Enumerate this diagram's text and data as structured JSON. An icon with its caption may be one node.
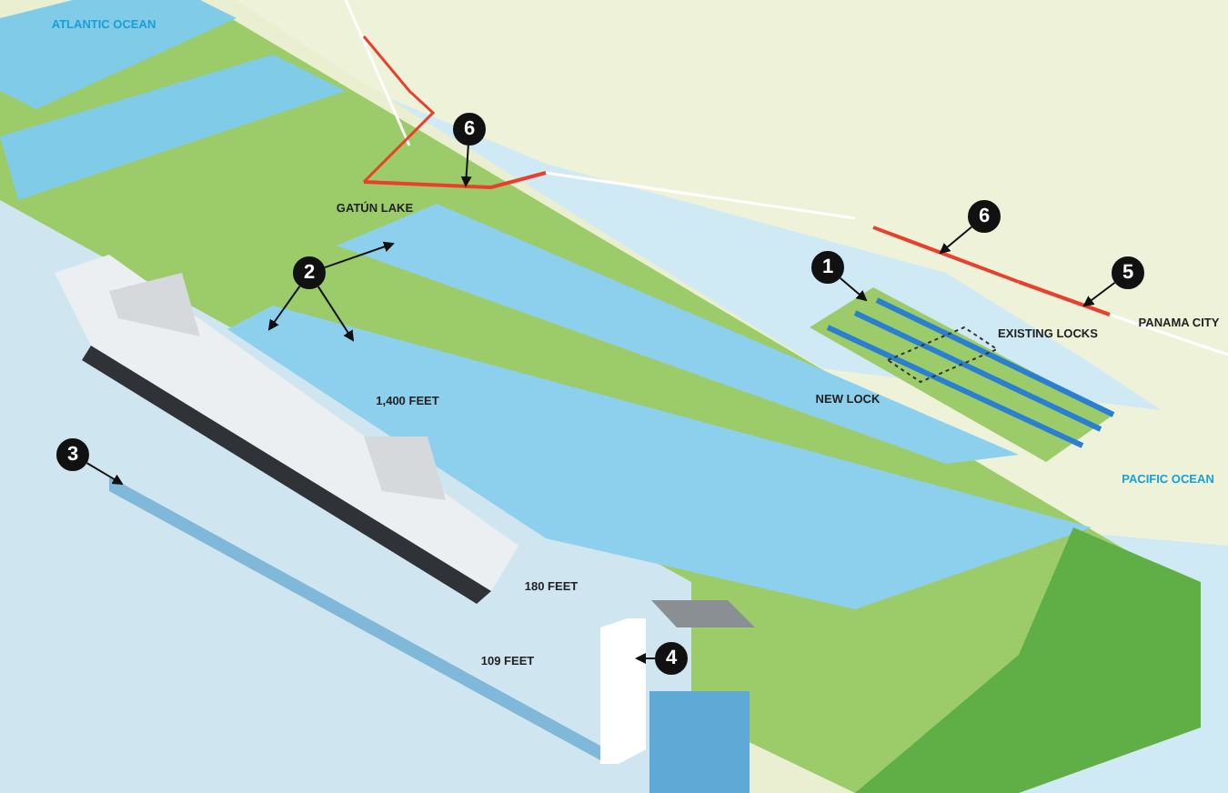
{
  "diagram": {
    "nodes": [
      {
        "text": [
          "6"
        ]
      },
      {
        "text": [
          "2"
        ]
      },
      {
        "text": [
          "6"
        ]
      },
      {
        "text": [
          "1"
        ]
      },
      {
        "text": [
          "5"
        ]
      },
      {
        "text": [
          "3"
        ]
      },
      {
        "text": [
          "4"
        ]
      },
      {
        "text": [],
        "shape": "line"
      },
      {
        "text": [],
        "shape": "box"
      },
      {
        "text": [],
        "shape": "line"
      },
      {
        "text": [],
        "shape": "box"
      },
      {
        "text": [],
        "shape": "line"
      },
      {
        "text": [],
        "shape": "box"
      },
      {
        "text": [],
        "shape": "box"
      },
      {
        "text": [],
        "shape": "box"
      },
      {
        "text": [],
        "shape": "box"
      },
      {
        "text": [],
        "shape": "box"
      },
      {
        "text": [],
        "shape": "box"
      }
    ],
    "edges": [
      {
        "from": 0,
        "to": 7,
        "arrow": "to"
      },
      {
        "from": 1,
        "to": 8,
        "arrow": "to"
      },
      {
        "from": 1,
        "to": 14,
        "arrow": "to"
      },
      {
        "from": 1,
        "to": 8,
        "arrow": "to"
      },
      {
        "from": 2,
        "to": 9,
        "arrow": "to"
      },
      {
        "from": 3,
        "to": 10,
        "arrow": "to"
      },
      {
        "from": 4,
        "to": 11,
        "arrow": "to"
      },
      {
        "from": 5,
        "to": 12,
        "arrow": "to"
      },
      {
        "from": 6,
        "to": 13,
        "arrow": "to"
      }
    ],
    "labels": [
      "ATLANTIC OCEAN",
      "GATÚN LAKE",
      "PANAMA CITY",
      "EXISTING LOCKS",
      "NEW LOCK",
      "1,400 FEET",
      "PACIFIC OCEAN",
      "180 FEET",
      "109 FEET"
    ]
  }
}
